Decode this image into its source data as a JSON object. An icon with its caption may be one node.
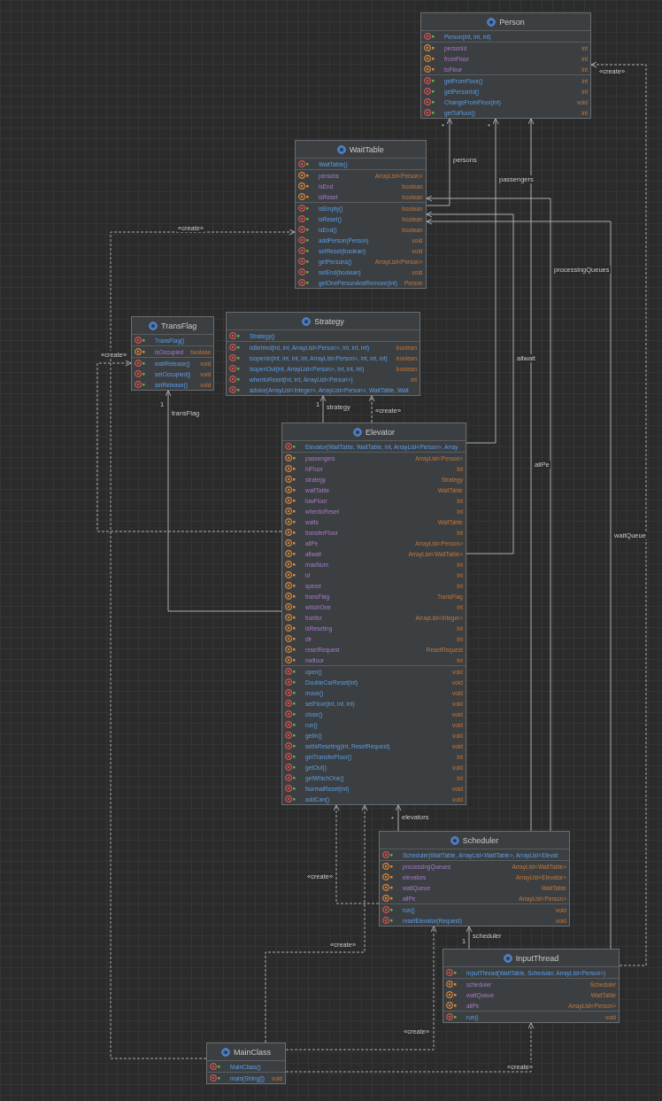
{
  "diagram": {
    "nodes": [
      {
        "text": [
          "Person",
          "Person(int, int, int)",
          "personId",
          "int",
          "fromFloor",
          "int",
          "toFloor",
          "int",
          "getFromFloor()",
          "int",
          "getPersonId()",
          "int",
          "ChangeFromFloor(int)",
          "void",
          "getToFloor()",
          "int"
        ]
      },
      {
        "text": [
          "WaitTable",
          "WaitTable()",
          "persons",
          "ArrayList<Person>",
          "isEnd",
          "boolean",
          "isReset",
          "boolean",
          "isEmpty()",
          "boolean",
          "isReset()",
          "boolean",
          "isEnd()",
          "boolean",
          "addPerson(Person)",
          "void",
          "setReset(boolean)",
          "void",
          "getPersons()",
          "ArrayList<Person>",
          "setEnd(boolean)",
          "void",
          "getOnePersonAndRemove(int)",
          "Person"
        ]
      },
      {
        "text": [
          "TransFlag",
          "TransFlag()",
          "isOccupied",
          "boolean",
          "waitRelease()",
          "void",
          "setOccupied()",
          "void",
          "setRelease()",
          "void"
        ]
      },
      {
        "text": [
          "Strategy",
          "Strategy()",
          "isBehind(int, int, ArrayList<Person>, int, int, int)",
          "boolean",
          "isopenIn(int, int, int, int, ArrayList<Person>, int, int, int)",
          "boolean",
          "isopenOut(int, ArrayList<Person>, int, int, int)",
          "boolean",
          "whentoReset(int, int, ArrayList<Person>)",
          "int",
          "advice(ArrayList<Integer>, ArrayList<Person>, WaitTable, Wait"
        ]
      },
      {
        "text": [
          "Elevator",
          "Elevator(WaitTable, WaitTable, int, ArrayList<Person>, Array",
          "passengers",
          "ArrayList<Person>",
          "hiFloor",
          "int",
          "strategy",
          "Strategy",
          "waitTable",
          "WaitTable",
          "lowFloor",
          "int",
          "whentoReset",
          "int",
          "waits",
          "WaitTable",
          "transferFloor",
          "int",
          "allPe",
          "ArrayList<Person>",
          "allwait",
          "ArrayList<WaitTable>",
          "maxNum",
          "int",
          "id",
          "int",
          "speed",
          "int",
          "transFlag",
          "TransFlag",
          "whichOne",
          "int",
          "tranfor",
          "ArrayList<Integer>",
          "isReseting",
          "int",
          "dir",
          "int",
          "resetRequest",
          "ResetRequest",
          "nwfloor",
          "int",
          "open()",
          "void",
          "DoubleCarReset(int)",
          "void",
          "move()",
          "void",
          "setFloor(int, int, int)",
          "void",
          "close()",
          "void",
          "run()",
          "void",
          "getIn()",
          "void",
          "setIsReseting(int, ResetRequest)",
          "void",
          "getTransferFloor()",
          "int",
          "getOut()",
          "void",
          "getWhichOne()",
          "int",
          "NormalReset(int)",
          "void",
          "addCan()",
          "void"
        ]
      },
      {
        "text": [
          "Scheduler",
          "Scheduler(WaitTable, ArrayList<WaitTable>, ArrayList<Elevat",
          "processingQueues",
          "ArrayList<WaitTable>",
          "elevators",
          "ArrayList<Elevator>",
          "waitQueue",
          "WaitTable",
          "allPe",
          "ArrayList<Person>",
          "run()",
          "void",
          "resetElevator(Request)",
          "void"
        ]
      },
      {
        "text": [
          "InputThread",
          "InputThread(WaitTable, Scheduler, ArrayList<Person>)",
          "scheduler",
          "Scheduler",
          "waitQueue",
          "WaitTable",
          "allPe",
          "ArrayList<Person>",
          "run()",
          "void"
        ]
      },
      {
        "text": [
          "MainClass",
          "MainClass()",
          "main(String[])",
          "void"
        ]
      }
    ],
    "edges": [
      {
        "from": 1,
        "to": 0,
        "arrow": "to",
        "label": "persons"
      },
      {
        "from": 4,
        "to": 0,
        "arrow": "to",
        "label": "passengers"
      },
      {
        "from": 5,
        "to": 0,
        "arrow": "to",
        "label": "allPe"
      },
      {
        "from": 4,
        "to": 1,
        "arrow": "to",
        "label": "allwait"
      },
      {
        "from": 5,
        "to": 1,
        "arrow": "to",
        "label": "processingQueues"
      },
      {
        "from": 6,
        "to": 1,
        "arrow": "to",
        "label": "waitQueue"
      },
      {
        "from": 4,
        "to": 3,
        "arrow": "to",
        "label": "strategy"
      },
      {
        "from": 4,
        "to": 2,
        "arrow": "to",
        "label": "transFlag"
      },
      {
        "from": 5,
        "to": 4,
        "arrow": "to",
        "label": "elevators"
      },
      {
        "from": 6,
        "to": 5,
        "arrow": "to",
        "label": "scheduler"
      },
      {
        "from": 4,
        "to": 3,
        "arrow": "to",
        "label": "«create»",
        "style": "dashed"
      },
      {
        "from": 7,
        "to": 1,
        "arrow": "to",
        "label": "«create»",
        "style": "dashed"
      },
      {
        "from": 4,
        "to": 2,
        "arrow": "to",
        "label": "«create»",
        "style": "dashed"
      },
      {
        "from": 6,
        "to": 0,
        "arrow": "to",
        "label": "«create»",
        "style": "dashed"
      },
      {
        "from": 7,
        "to": 5,
        "arrow": "to",
        "label": "«create»",
        "style": "dashed"
      },
      {
        "from": 7,
        "to": 4,
        "arrow": "to",
        "label": "«create»",
        "style": "dashed"
      },
      {
        "from": 5,
        "to": 4,
        "arrow": "to",
        "label": "«create»",
        "style": "dashed"
      },
      {
        "from": 7,
        "to": 6,
        "arrow": "to",
        "label": "«create»",
        "style": "dashed"
      }
    ],
    "labels": [
      "1",
      "1",
      "*",
      "1",
      "*",
      "*"
    ]
  }
}
